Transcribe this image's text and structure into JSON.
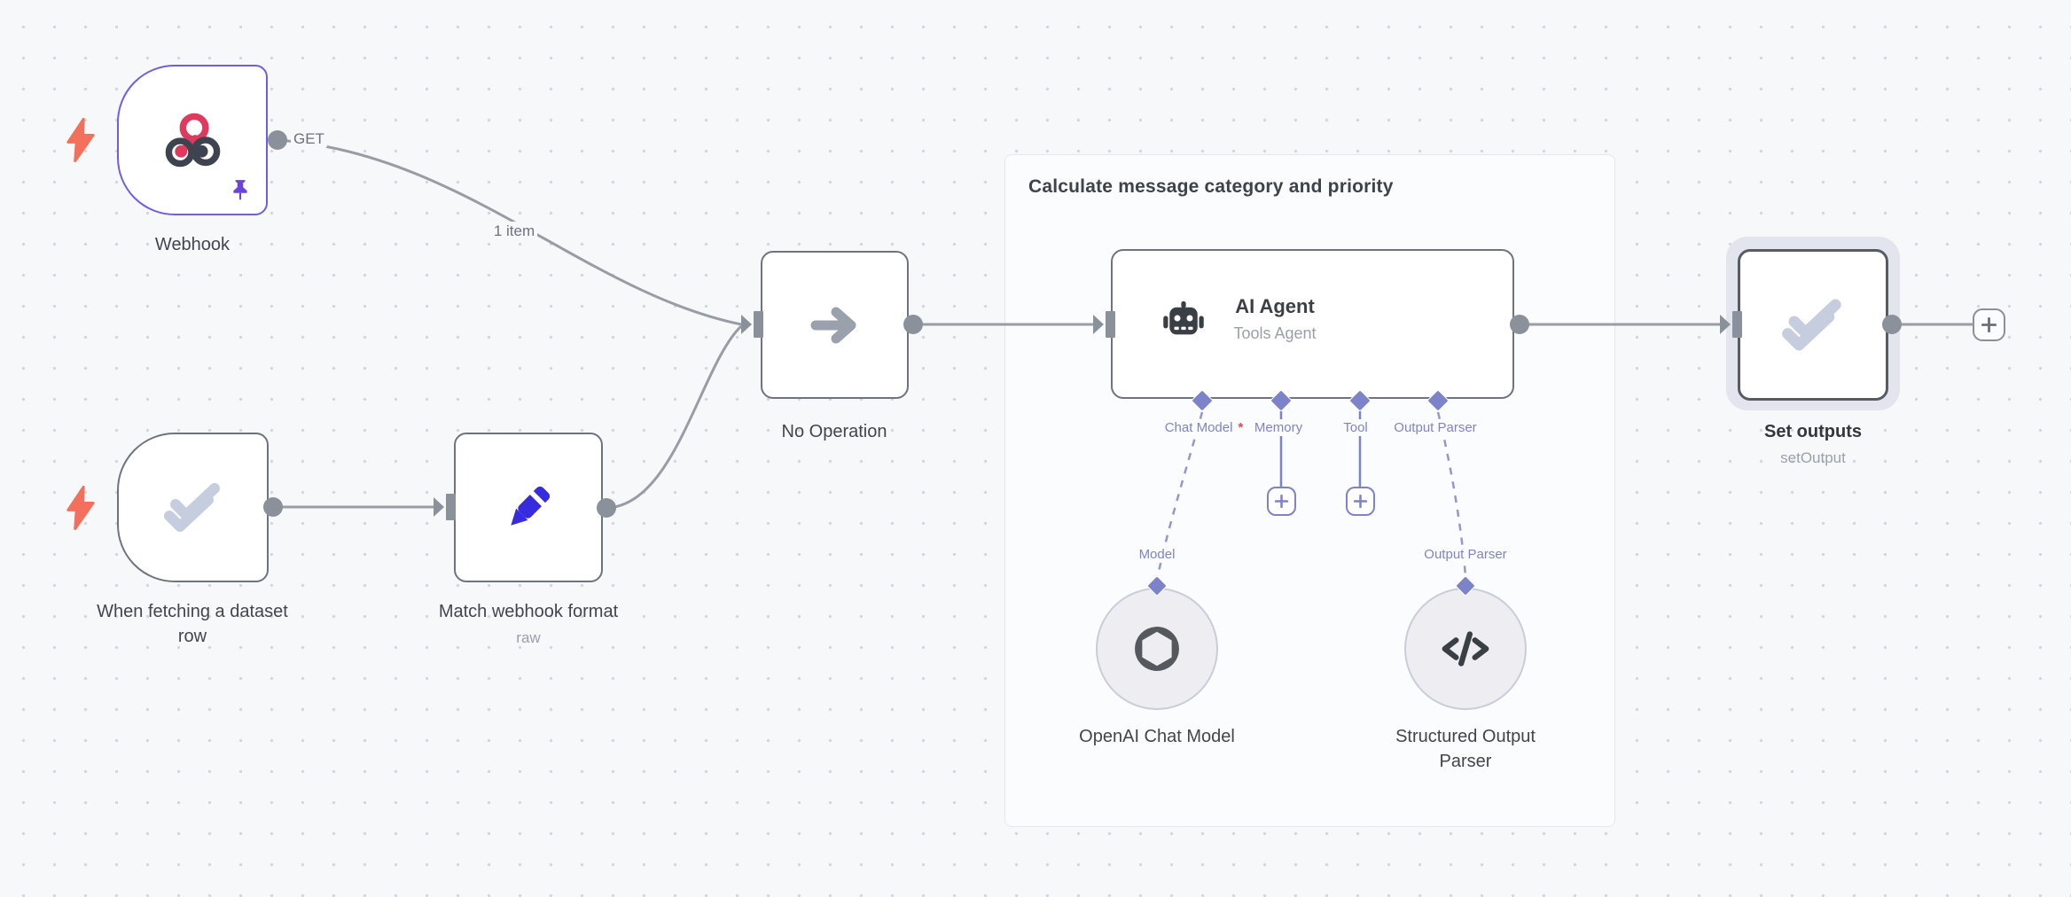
{
  "group": {
    "title": "Calculate message category and priority"
  },
  "edge_labels": {
    "webhook_method": "GET",
    "webhook_items": "1 item"
  },
  "nodes": {
    "webhook": {
      "label": "Webhook"
    },
    "dataset_trigger": {
      "label": "When fetching a dataset row"
    },
    "match_format": {
      "label": "Match webhook format",
      "subtitle": "raw"
    },
    "no_operation": {
      "label": "No Operation"
    },
    "ai_agent": {
      "title": "AI Agent",
      "subtitle": "Tools Agent"
    },
    "openai_model": {
      "label": "OpenAI Chat Model",
      "port_label": "Model"
    },
    "structured_parser": {
      "label": "Structured Output Parser",
      "port_label": "Output Parser"
    },
    "set_outputs": {
      "label": "Set outputs",
      "subtitle": "setOutput"
    }
  },
  "agent_ports": [
    {
      "label": "Chat Model",
      "required_marker": "*"
    },
    {
      "label": "Memory",
      "required_marker": ""
    },
    {
      "label": "Tool",
      "required_marker": ""
    },
    {
      "label": "Output Parser",
      "required_marker": ""
    }
  ],
  "colors": {
    "canvas_bg": "#f7f8fa",
    "node_border": "#6e737d",
    "selected_purple": "#6f5ce8",
    "port_purple": "#7d83c8",
    "edge_gray": "#989ca5",
    "bolt_orange": "#f2705c",
    "pencil_blue": "#372be0",
    "webhook_pink": "#df3a5e",
    "icon_dark": "#3d4450",
    "check_gray": "#c6cdde"
  }
}
